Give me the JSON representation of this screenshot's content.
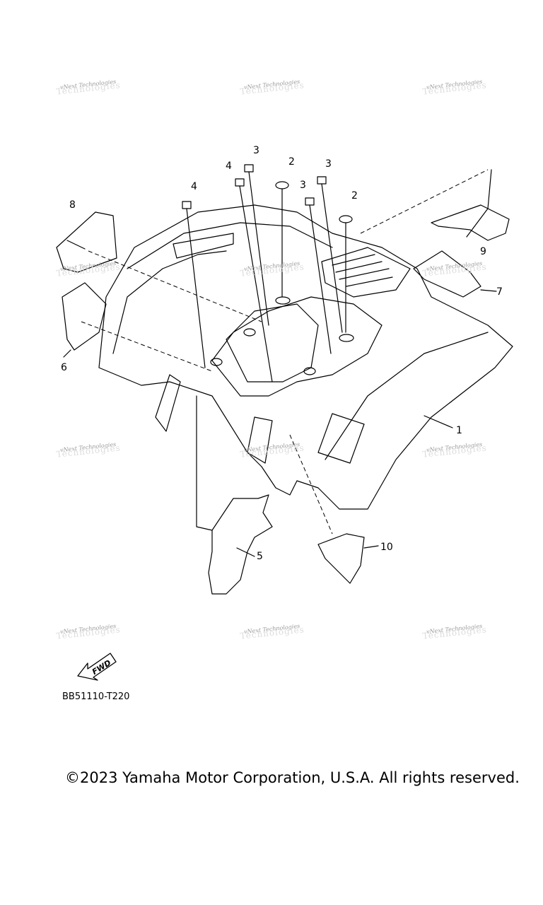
{
  "diagram": {
    "callouts": [
      {
        "id": "c1",
        "label": "1"
      },
      {
        "id": "c2a",
        "label": "2"
      },
      {
        "id": "c2b",
        "label": "2"
      },
      {
        "id": "c3a",
        "label": "3"
      },
      {
        "id": "c3b",
        "label": "3"
      },
      {
        "id": "c3c",
        "label": "3"
      },
      {
        "id": "c4a",
        "label": "4"
      },
      {
        "id": "c4b",
        "label": "4"
      },
      {
        "id": "c5",
        "label": "5"
      },
      {
        "id": "c6",
        "label": "6"
      },
      {
        "id": "c7",
        "label": "7"
      },
      {
        "id": "c8",
        "label": "8"
      },
      {
        "id": "c9",
        "label": "9"
      },
      {
        "id": "c10",
        "label": "10"
      }
    ],
    "watermark": "vNext Technologies",
    "fwd_label": "FWD",
    "diagram_code": "BB51110-T220",
    "copyright": "©2023 Yamaha Motor Corporation, U.S.A. All rights reserved."
  }
}
